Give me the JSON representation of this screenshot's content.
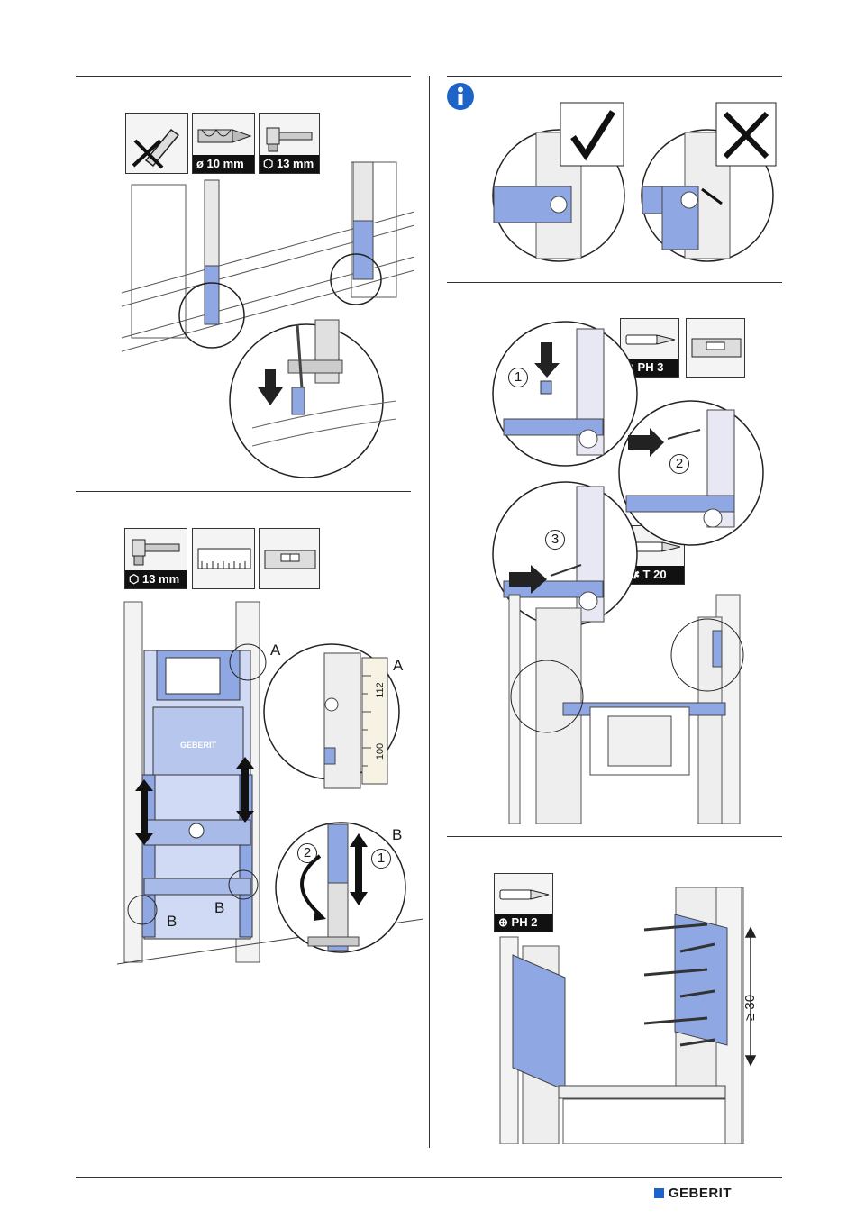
{
  "tools": {
    "drill": "ø 10 mm",
    "socket_a": "13 mm",
    "socket_b": "13 mm",
    "ph3": "PH 3",
    "t20": "T 20",
    "ph2": "PH 2"
  },
  "callouts": {
    "a_main": "A",
    "a_zoom": "A",
    "b_zoom": "B",
    "b_left": "B",
    "b_right": "B",
    "step1": "1",
    "step2": "2",
    "rot2": "2",
    "rot1": "1",
    "s3_1": "1",
    "s3_2": "2",
    "s3_3": "3"
  },
  "scale": {
    "t112": "112",
    "t100": "100"
  },
  "brand_frame": "GEBERIT",
  "dimension": "≥ 30",
  "brand": "GEBERIT",
  "colors": {
    "accent": "#8fa7e3",
    "brand_blue": "#1e64c8",
    "line": "#333333"
  }
}
